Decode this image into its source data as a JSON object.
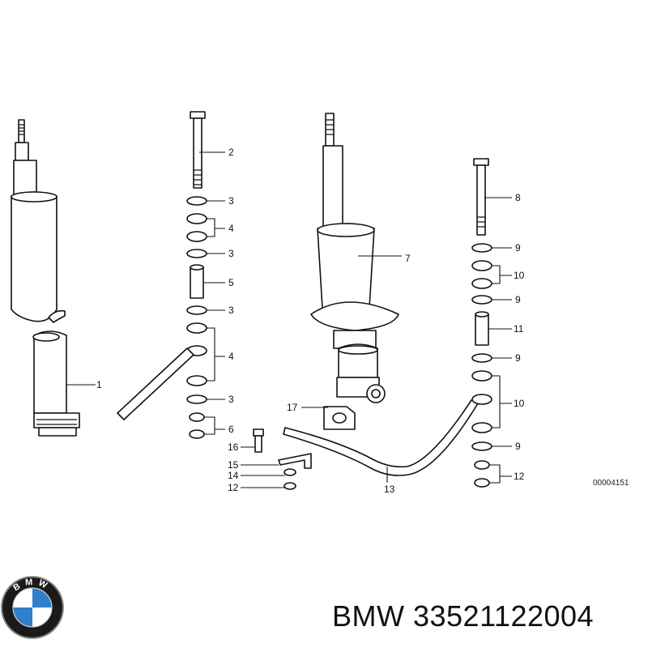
{
  "diagram": {
    "callouts": {
      "c1": "1",
      "c2": "2",
      "c3a": "3",
      "c3b": "3",
      "c3c": "3",
      "c3d": "3",
      "c4a": "4",
      "c4b": "4",
      "c5": "5",
      "c6": "6",
      "c7": "7",
      "c8": "8",
      "c9a": "9",
      "c9b": "9",
      "c9c": "9",
      "c9d": "9",
      "c10a": "10",
      "c10b": "10",
      "c11": "11",
      "c12a": "12",
      "c12b": "12",
      "c13": "13",
      "c14": "14",
      "c15": "15",
      "c16": "16",
      "c17": "17"
    },
    "reference_code": "00004151"
  },
  "brand": {
    "logo_letters": "BMW",
    "caption": "BMW 33521122004",
    "colors": {
      "blue": "#2f7fc9",
      "ring": "#1a1a1a",
      "white": "#ffffff"
    }
  }
}
